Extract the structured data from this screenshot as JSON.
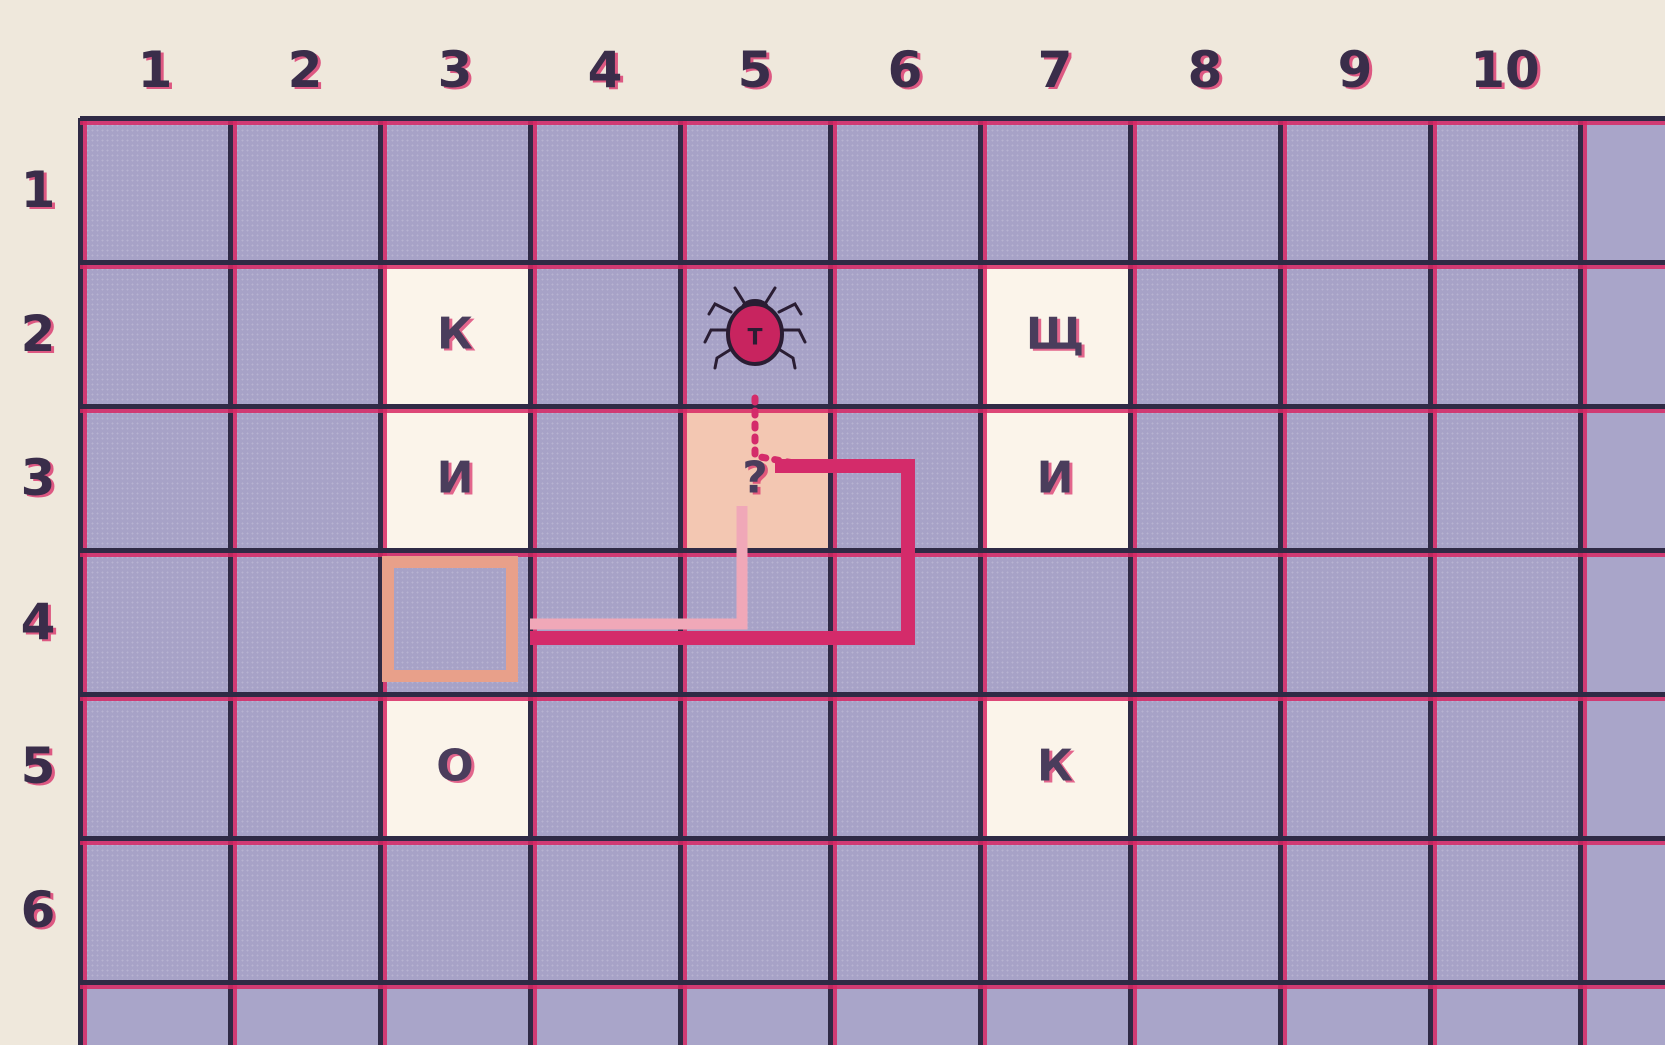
{
  "board": {
    "columns": [
      "1",
      "2",
      "3",
      "4",
      "5",
      "6",
      "7",
      "8",
      "9",
      "10"
    ],
    "rows": [
      "1",
      "2",
      "3",
      "4",
      "5",
      "6"
    ],
    "cells": [
      {
        "row": 2,
        "col": 3,
        "letter": "К",
        "state": "open"
      },
      {
        "row": 3,
        "col": 3,
        "letter": "И",
        "state": "open"
      },
      {
        "row": 5,
        "col": 3,
        "letter": "О",
        "state": "open"
      },
      {
        "row": 2,
        "col": 7,
        "letter": "Щ",
        "state": "open"
      },
      {
        "row": 3,
        "col": 7,
        "letter": "И",
        "state": "open"
      },
      {
        "row": 5,
        "col": 7,
        "letter": "К",
        "state": "open"
      },
      {
        "row": 3,
        "col": 5,
        "letter": "?",
        "state": "hint"
      }
    ],
    "bug": {
      "row": 2,
      "col": 5,
      "mark": "Т"
    },
    "target": {
      "row": 4,
      "col": 3
    },
    "colors": {
      "ink": "#2f2a45",
      "misregistration": "#d72864",
      "hidden_cell": "#a7a2c7",
      "open_cell": "#fbf4ea",
      "hint_cell": "#f3c7b2",
      "path": "#d42b6a",
      "target_frame": "#e8a08a"
    }
  }
}
